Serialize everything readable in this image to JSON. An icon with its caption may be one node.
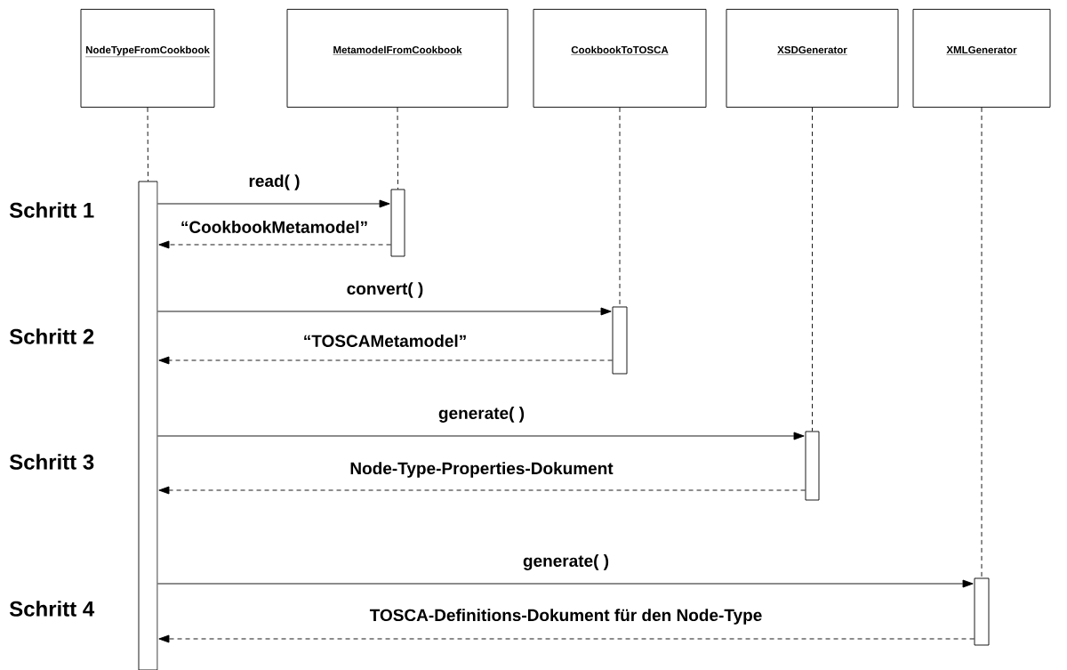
{
  "diagram": {
    "nodes": [
      {
        "text": [
          "NodeTypeFromCookbook"
        ]
      },
      {
        "text": [
          "MetamodelFromCookbook"
        ]
      },
      {
        "text": [
          "CookbookToTOSCA"
        ]
      },
      {
        "text": [
          "XSDGenerator"
        ]
      },
      {
        "text": [
          "XMLGenerator"
        ]
      },
      {
        "text": [],
        "shape": "bar"
      },
      {
        "text": [],
        "shape": "bar"
      },
      {
        "text": [],
        "shape": "bar"
      },
      {
        "text": [],
        "shape": "bar"
      },
      {
        "text": [],
        "shape": "bar"
      }
    ],
    "edges": [
      {
        "from": 0,
        "to": 5,
        "arrow": "none",
        "style": "dashed"
      },
      {
        "from": 1,
        "to": 6,
        "arrow": "none",
        "style": "dashed"
      },
      {
        "from": 2,
        "to": 7,
        "arrow": "none",
        "style": "dashed"
      },
      {
        "from": 3,
        "to": 8,
        "arrow": "none",
        "style": "dashed"
      },
      {
        "from": 4,
        "to": 9,
        "arrow": "none",
        "style": "dashed"
      },
      {
        "from": 5,
        "to": 6,
        "arrow": "to",
        "label": "read( )"
      },
      {
        "from": 6,
        "to": 5,
        "arrow": "to",
        "label": "“CookbookMetamodel”",
        "style": "dashed"
      },
      {
        "from": 5,
        "to": 7,
        "arrow": "to",
        "label": "convert( )"
      },
      {
        "from": 7,
        "to": 5,
        "arrow": "to",
        "label": "“TOSCAMetamodel”",
        "style": "dashed"
      },
      {
        "from": 5,
        "to": 8,
        "arrow": "to",
        "label": "generate( )"
      },
      {
        "from": 8,
        "to": 5,
        "arrow": "to",
        "label": "Node-Type-Properties-Dokument",
        "style": "dashed"
      },
      {
        "from": 5,
        "to": 9,
        "arrow": "to",
        "label": "generate( )"
      },
      {
        "from": 9,
        "to": 5,
        "arrow": "to",
        "label": "TOSCA-Definitions-Dokument für den Node-Type",
        "style": "dashed"
      }
    ],
    "labels": [
      "Schritt 1",
      "Schritt 2",
      "Schritt 3",
      "Schritt 4"
    ]
  }
}
